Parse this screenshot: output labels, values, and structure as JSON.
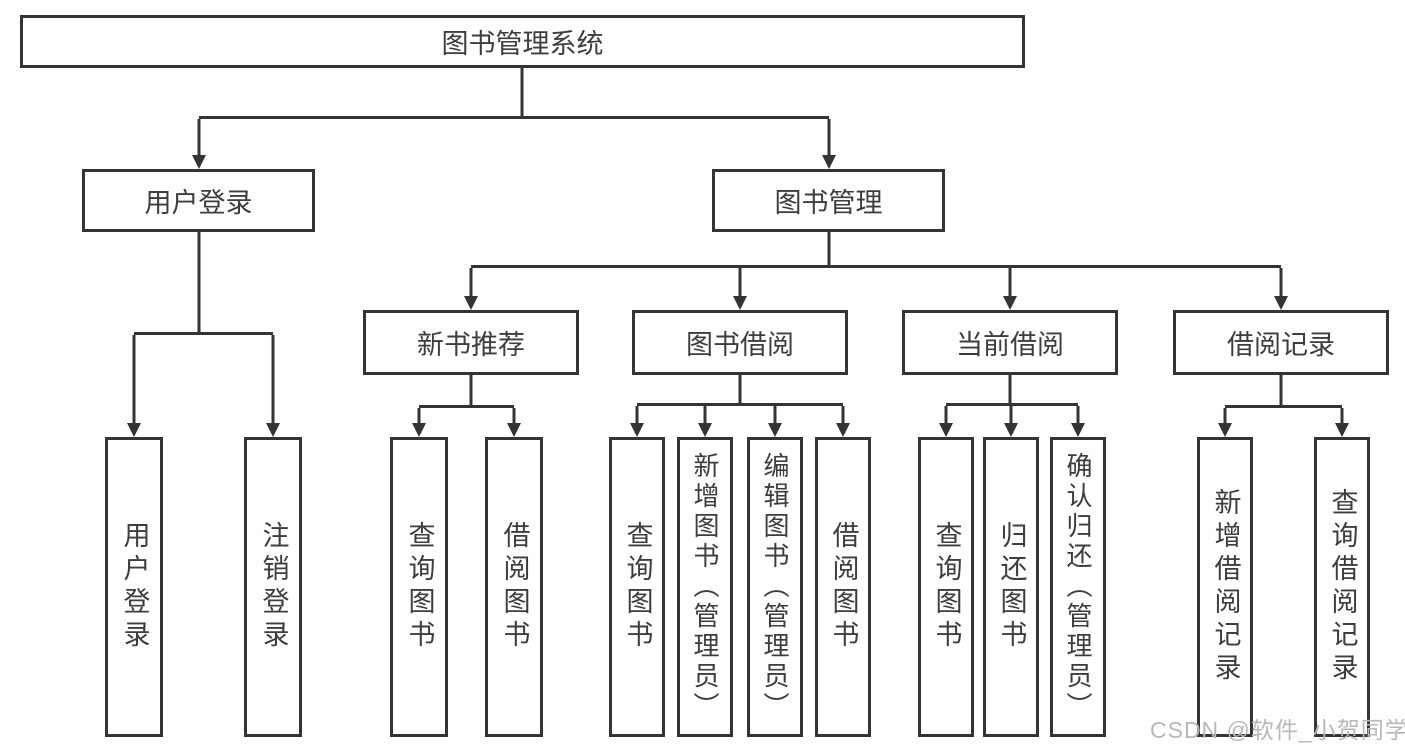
{
  "tree": {
    "label": "图书管理系统",
    "children": [
      {
        "label": "用户登录",
        "children": [
          {
            "label": "用户登录"
          },
          {
            "label": "注销登录"
          }
        ]
      },
      {
        "label": "图书管理",
        "children": [
          {
            "label": "新书推荐",
            "children": [
              {
                "label": "查询图书"
              },
              {
                "label": "借阅图书"
              }
            ]
          },
          {
            "label": "图书借阅",
            "children": [
              {
                "label": "查询图书"
              },
              {
                "label": "新增图书（管理员）"
              },
              {
                "label": "编辑图书（管理员）"
              },
              {
                "label": "借阅图书"
              }
            ]
          },
          {
            "label": "当前借阅",
            "children": [
              {
                "label": "查询图书"
              },
              {
                "label": "归还图书"
              },
              {
                "label": "确认归还（管理员）"
              }
            ]
          },
          {
            "label": "借阅记录",
            "children": [
              {
                "label": "新增借阅记录"
              },
              {
                "label": "查询借阅记录"
              }
            ]
          }
        ]
      }
    ]
  },
  "watermark": {
    "text": "CSDN @软件_小贺同学"
  },
  "colors": {
    "line": "#343434",
    "box_border": "#343434",
    "text": "#3d3d3d",
    "watermark": "#b8b8b8",
    "background": "#ffffff"
  }
}
